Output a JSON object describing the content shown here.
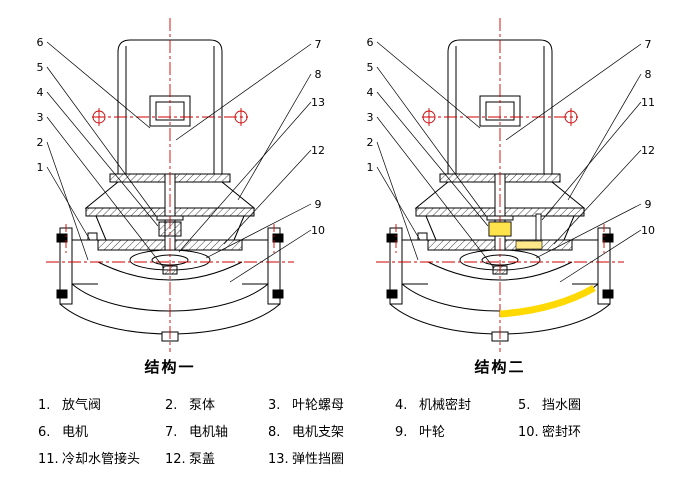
{
  "diagrams": [
    {
      "caption": "结构一",
      "left_callouts": [
        "6",
        "5",
        "4",
        "3",
        "2",
        "1"
      ],
      "right_callouts": [
        "7",
        "8",
        "13",
        "12",
        "9",
        "10"
      ]
    },
    {
      "caption": "结构二",
      "left_callouts": [
        "6",
        "5",
        "4",
        "3",
        "2",
        "1"
      ],
      "right_callouts": [
        "7",
        "8",
        "11",
        "12",
        "9",
        "10"
      ]
    }
  ],
  "legend": {
    "rows": [
      [
        {
          "n": "1.",
          "t": "放气阀"
        },
        {
          "n": "2.",
          "t": "泵体"
        },
        {
          "n": "3.",
          "t": "叶轮螺母"
        },
        {
          "n": "4.",
          "t": "机械密封"
        },
        {
          "n": "5.",
          "t": "挡水圈"
        }
      ],
      [
        {
          "n": "6.",
          "t": "电机"
        },
        {
          "n": "7.",
          "t": "电机轴"
        },
        {
          "n": "8.",
          "t": "电机支架"
        },
        {
          "n": "9.",
          "t": "叶轮"
        },
        {
          "n": "10.",
          "t": "密封环"
        }
      ],
      [
        {
          "n": "11.",
          "t": "冷却水管接头"
        },
        {
          "n": "12.",
          "t": "泵盖"
        },
        {
          "n": "13.",
          "t": "弹性挡圈"
        }
      ]
    ]
  },
  "colors": {
    "line": "#000000",
    "centerline": "#cc0000",
    "highlight": "#ffe200",
    "background": "#ffffff"
  }
}
